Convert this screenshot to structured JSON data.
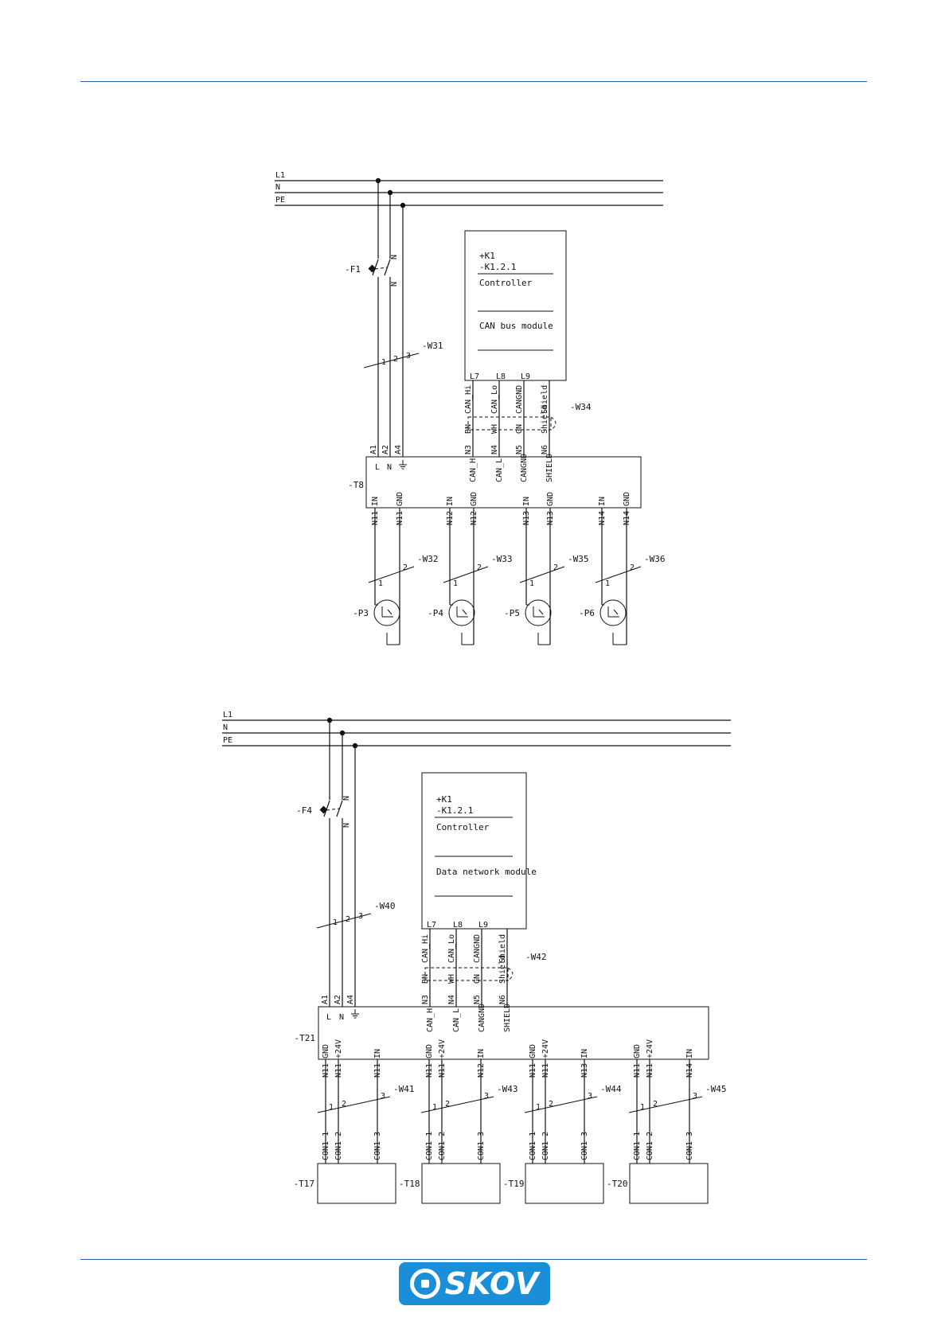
{
  "logo": {
    "text": "SKOV",
    "brand_color": "#1b8ed8"
  },
  "rule_color": "#2b5fb0",
  "diagram1": {
    "buses": [
      "L1",
      "N",
      "PE"
    ],
    "breaker": "-F1",
    "breaker_poles": [
      "N",
      "N"
    ],
    "cable_in": "-W31",
    "cable_in_cores": [
      "1",
      "2",
      "3"
    ],
    "module": {
      "lines": [
        "+K1",
        "-K1.2.1",
        "Controller",
        "CAN bus module"
      ],
      "terminals": [
        "L7",
        "L8",
        "L9"
      ]
    },
    "signals": [
      "CAN_Hi",
      "CAN_Lo",
      "CANGND",
      "Shield"
    ],
    "colors": [
      "BN",
      "WH",
      "GN",
      "Shield"
    ],
    "cable_can": "-W34",
    "unit": "-T8",
    "top_terms": [
      "A1",
      "A2",
      "A4",
      "N3",
      "N4",
      "N5",
      "N6"
    ],
    "supply_labels": [
      "L",
      "N"
    ],
    "can_labels": [
      "CAN_H",
      "CAN_L",
      "CANGND",
      "SHIELD"
    ],
    "bottom_pins": [
      "IN",
      "GND",
      "IN",
      "GND",
      "IN",
      "GND",
      "IN",
      "GND"
    ],
    "bottom_terms": [
      "N11",
      "N11",
      "N12",
      "N12",
      "N13",
      "N13",
      "N14",
      "N14"
    ],
    "cables_out": [
      "-W32",
      "-W33",
      "-W35",
      "-W36"
    ],
    "core_nums": [
      "1",
      "2"
    ],
    "sensors": [
      "-P3",
      "-P4",
      "-P5",
      "-P6"
    ]
  },
  "diagram2": {
    "buses": [
      "L1",
      "N",
      "PE"
    ],
    "breaker": "-F4",
    "breaker_poles": [
      "N",
      "N"
    ],
    "cable_in": "-W40",
    "cable_in_cores": [
      "1",
      "2",
      "3"
    ],
    "module": {
      "lines": [
        "+K1",
        "-K1.2.1",
        "Controller",
        "Data network module"
      ],
      "terminals": [
        "L7",
        "L8",
        "L9"
      ]
    },
    "signals": [
      "CAN_Hi",
      "CAN_Lo",
      "CANGND",
      "Shield"
    ],
    "colors": [
      "BN",
      "WH",
      "GN",
      "Shield"
    ],
    "cable_can": "-W42",
    "unit": "-T21",
    "top_terms": [
      "A1",
      "A2",
      "A4",
      "N3",
      "N4",
      "N5",
      "N6"
    ],
    "supply_labels": [
      "L",
      "N"
    ],
    "can_labels": [
      "CAN_H",
      "CAN_L",
      "CANGND",
      "SHIELD"
    ],
    "bottom_pins": [
      "GND",
      "+24V",
      "IN"
    ],
    "bottom_terms": [
      "N11",
      "N11",
      "N11",
      "N11",
      "N11",
      "N12",
      "N11",
      "N11",
      "N13",
      "N11",
      "N11",
      "N14"
    ],
    "cables_out": [
      "-W41",
      "-W43",
      "-W44",
      "-W45"
    ],
    "core_nums": [
      "1",
      "2",
      "3"
    ],
    "con_pins": [
      "CON1-1",
      "CON1-2",
      "CON1-3"
    ],
    "devices": [
      "-T17",
      "-T18",
      "-T19",
      "-T20"
    ]
  }
}
